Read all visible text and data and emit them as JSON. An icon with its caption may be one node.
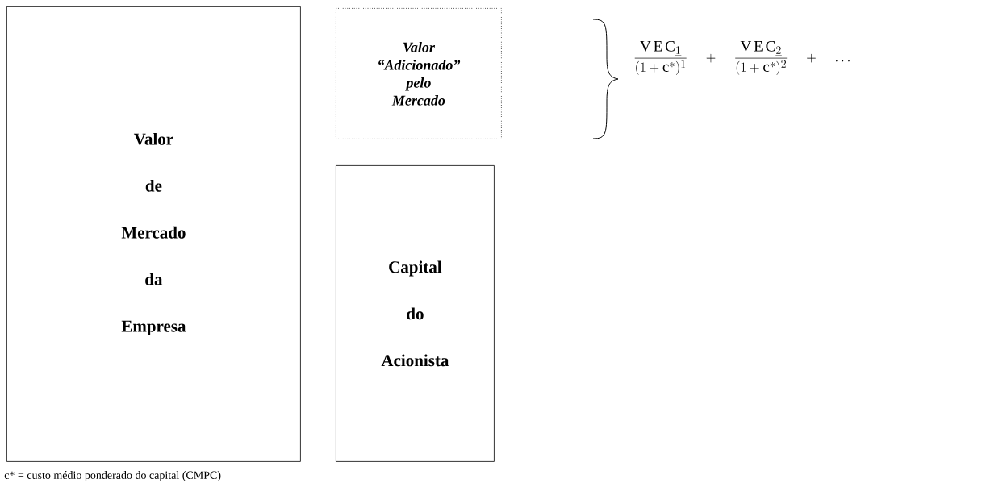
{
  "diagram": {
    "nodes": [
      {
        "text": [
          "Valor de Mercado da Empresa"
        ]
      },
      {
        "text": [
          "Valor “Adicionado” pelo Mercado"
        ]
      },
      {
        "text": [
          "Capital do Acionista"
        ]
      }
    ],
    "labels": [
      "\\frac{\\mathrm{V\\,E\\,C}_{\\underline{1}}}{(1+\\mathrm{c}^{*})^{1}} \\quad + \\quad \\frac{\\mathrm{V\\,E\\,C}_{\\underline{2}}}{(1+\\mathrm{c}^{*})^{2}} \\quad + \\quad \\dots",
      "c* = custo médio ponderado do capital (CMPC)"
    ]
  }
}
